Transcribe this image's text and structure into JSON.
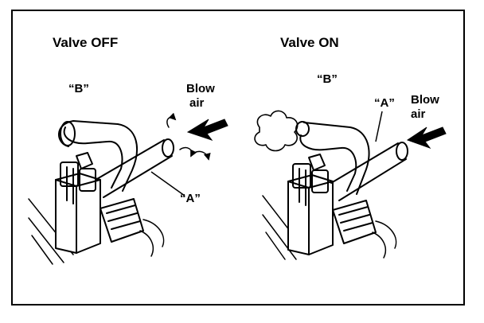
{
  "panels": [
    {
      "title": "Valve OFF",
      "labels": {
        "hose_b": "“B”",
        "hose_a": "“A”",
        "blow": "Blow",
        "air": "air"
      }
    },
    {
      "title": "Valve ON",
      "labels": {
        "hose_b": "“B”",
        "hose_a": "“A”",
        "blow": "Blow",
        "air": "air"
      }
    }
  ]
}
